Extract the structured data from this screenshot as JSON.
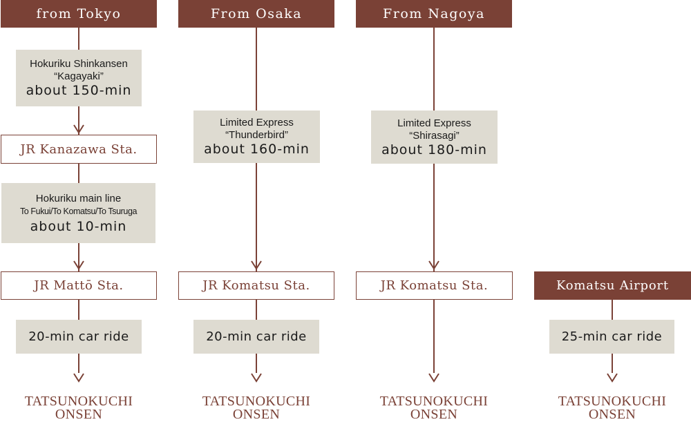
{
  "routes": [
    {
      "origin": "from Tokyo",
      "steps": [
        {
          "line1": "Hokuriku Shinkansen",
          "line2": "“Kagayaki”",
          "duration": "about 150-min"
        },
        {
          "station": "JR Kanazawa Sta."
        },
        {
          "line1": "Hokuriku main line",
          "line2": "To Fukui/To Komatsu/To Tsuruga",
          "duration": "about 10-min"
        },
        {
          "station": "JR Mattō Sta."
        },
        {
          "car": "20-min car ride"
        }
      ],
      "destination": {
        "line1": "TATSUNOKUCHI",
        "line2": "ONSEN"
      }
    },
    {
      "origin": "From Osaka",
      "steps": [
        {
          "line1": "Limited Express",
          "line2": "“Thunderbird”",
          "duration": "about 160-min"
        },
        {
          "station": "JR Komatsu Sta."
        },
        {
          "car": "20-min car ride"
        }
      ],
      "destination": {
        "line1": "TATSUNOKUCHI",
        "line2": "ONSEN"
      }
    },
    {
      "origin": "From Nagoya",
      "steps": [
        {
          "line1": "Limited Express",
          "line2": "“Shirasagi”",
          "duration": "about 180-min"
        },
        {
          "station": "JR Komatsu Sta."
        }
      ],
      "destination": {
        "line1": "TATSUNOKUCHI",
        "line2": "ONSEN"
      }
    },
    {
      "origin": "Komatsu Airport",
      "steps": [
        {
          "car": "25-min car ride"
        }
      ],
      "destination": {
        "line1": "TATSUNOKUCHI",
        "line2": "ONSEN"
      }
    }
  ],
  "colors": {
    "accent": "#7a4136",
    "step_bg": "#dedbd1"
  }
}
